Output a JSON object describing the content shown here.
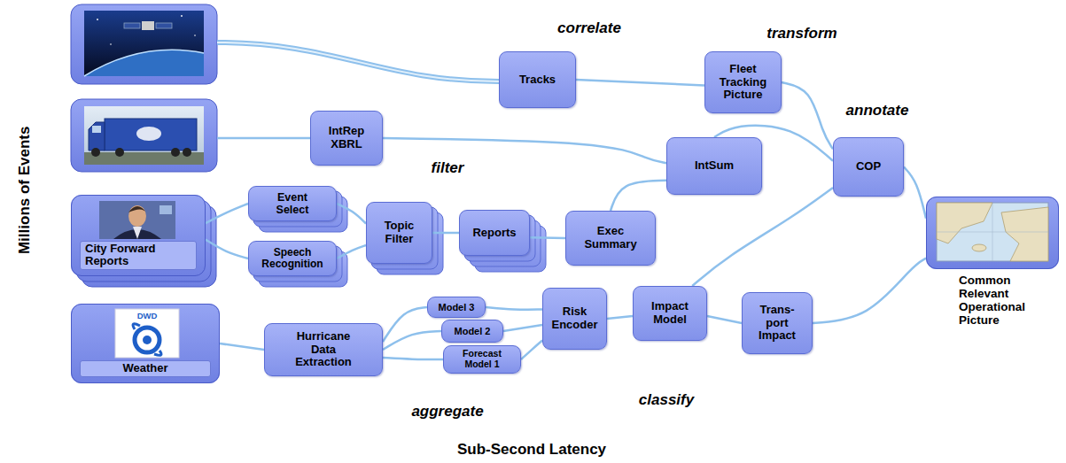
{
  "diagram": {
    "nodes": [
      {
        "text": [
          "Tracks"
        ]
      },
      {
        "text": [
          "Fleet Tracking Picture"
        ]
      },
      {
        "text": [
          "IntRep XBRL"
        ]
      },
      {
        "text": [
          "IntSum"
        ]
      },
      {
        "text": [
          "COP"
        ]
      },
      {
        "text": [
          "City Forward Reports"
        ]
      },
      {
        "text": [
          "Event Select"
        ]
      },
      {
        "text": [
          "Speech Recognition"
        ]
      },
      {
        "text": [
          "Topic Filter"
        ]
      },
      {
        "text": [
          "Reports"
        ]
      },
      {
        "text": [
          "Exec Summary"
        ]
      },
      {
        "text": [
          "Common Relevant Operational Picture"
        ]
      },
      {
        "text": [
          "Weather"
        ]
      },
      {
        "text": [
          "Hurricane Data Extraction"
        ]
      },
      {
        "text": [
          "Model 3"
        ]
      },
      {
        "text": [
          "Model 2"
        ]
      },
      {
        "text": [
          "Forecast Model 1"
        ]
      },
      {
        "text": [
          "Risk Encoder"
        ]
      },
      {
        "text": [
          "Impact Model"
        ]
      },
      {
        "text": [
          "Trans- port Impact"
        ]
      }
    ],
    "edges": [
      {
        "from": 0,
        "to": 1,
        "arrow": "none"
      },
      {
        "from": 1,
        "to": 4,
        "arrow": "none"
      },
      {
        "from": 2,
        "to": 3,
        "arrow": "none"
      },
      {
        "from": 3,
        "to": 4,
        "arrow": "none"
      },
      {
        "from": 10,
        "to": 3,
        "arrow": "none"
      },
      {
        "from": 4,
        "to": 11,
        "arrow": "none"
      },
      {
        "from": 5,
        "to": 6,
        "arrow": "none"
      },
      {
        "from": 5,
        "to": 7,
        "arrow": "none"
      },
      {
        "from": 6,
        "to": 8,
        "arrow": "none"
      },
      {
        "from": 7,
        "to": 8,
        "arrow": "none"
      },
      {
        "from": 8,
        "to": 9,
        "arrow": "none"
      },
      {
        "from": 9,
        "to": 10,
        "arrow": "none"
      },
      {
        "from": 18,
        "to": 4,
        "arrow": "none"
      },
      {
        "from": 12,
        "to": 13,
        "arrow": "none"
      },
      {
        "from": 13,
        "to": 14,
        "arrow": "none"
      },
      {
        "from": 13,
        "to": 15,
        "arrow": "none"
      },
      {
        "from": 13,
        "to": 16,
        "arrow": "none"
      },
      {
        "from": 14,
        "to": 17,
        "arrow": "none"
      },
      {
        "from": 15,
        "to": 17,
        "arrow": "none"
      },
      {
        "from": 16,
        "to": 17,
        "arrow": "none"
      },
      {
        "from": 17,
        "to": 18,
        "arrow": "none"
      },
      {
        "from": 18,
        "to": 19,
        "arrow": "none"
      },
      {
        "from": 19,
        "to": 11,
        "arrow": "none"
      }
    ],
    "labels": [
      "correlate",
      "transform",
      "annotate",
      "Millions of Events",
      "filter",
      "DWD",
      "aggregate",
      "classify",
      "Sub-Second Latency"
    ]
  }
}
